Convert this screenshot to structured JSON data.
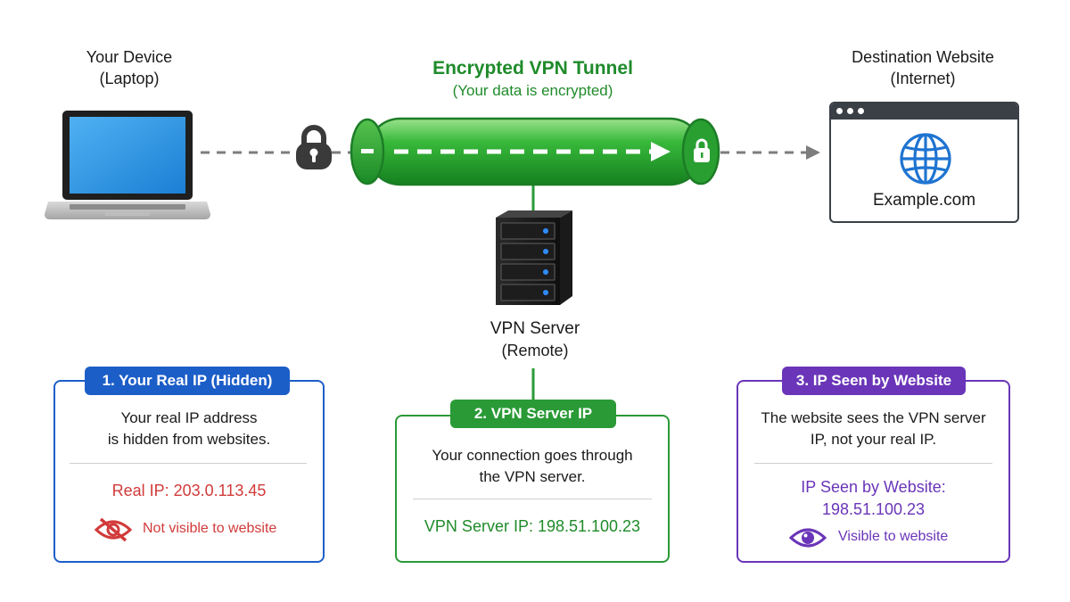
{
  "device": {
    "title": "Your Device",
    "subtitle": "(Laptop)"
  },
  "destination": {
    "title": "Destination Website",
    "subtitle": "(Internet)",
    "site": "Example.com"
  },
  "tunnel": {
    "title": "Encrypted VPN Tunnel",
    "subtitle": "(Your data is encrypted)"
  },
  "server": {
    "title": "VPN Server",
    "subtitle": "(Remote)"
  },
  "cards": {
    "real_ip": {
      "badge": "1. Your Real IP (Hidden)",
      "line1": "Your real IP address",
      "line2": "is hidden from websites.",
      "ip": "Real IP: 203.0.113.45",
      "visibility": "Not visible to website"
    },
    "server_ip": {
      "badge": "2. VPN Server IP",
      "line1": "Your connection goes through",
      "line2": "the VPN server.",
      "ip": "VPN Server IP: 198.51.100.23"
    },
    "seen_ip": {
      "badge": "3. IP Seen by Website",
      "line1": "The website sees the VPN server",
      "line2": "IP, not your real IP.",
      "ip_label": "IP Seen by Website:",
      "ip_value": "198.51.100.23",
      "visibility": "Visible to website"
    }
  },
  "colors": {
    "blue": "#1c5ec8",
    "green": "#2a9a36",
    "purple": "#6a35b8",
    "red": "#d23a3a"
  },
  "icons": [
    "laptop-icon",
    "padlock-icon",
    "globe-icon",
    "server-icon",
    "eye-slash-icon",
    "eye-icon"
  ]
}
